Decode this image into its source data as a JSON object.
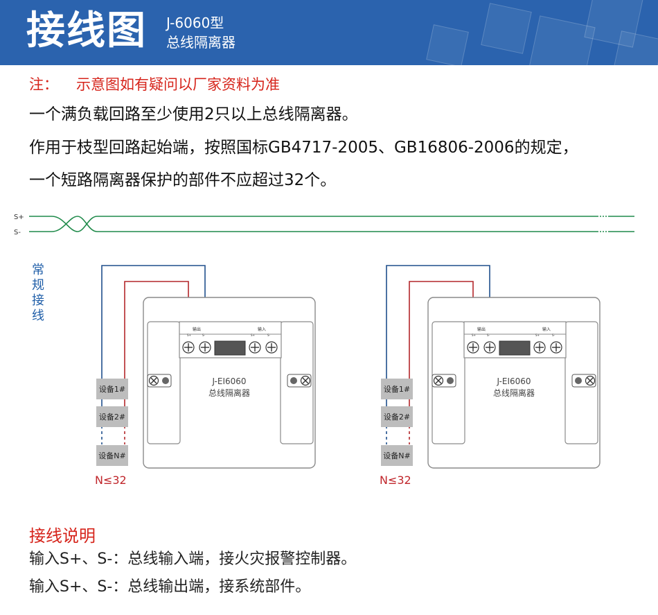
{
  "header": {
    "title": "接线图",
    "model": "J-6060型",
    "product_name": "总线隔离器",
    "bg_color": "#2b63ae"
  },
  "note": {
    "label": "注：",
    "text": "示意图如有疑问以厂家资料为准"
  },
  "description": {
    "line1": "一个满负载回路至少使用2只以上总线隔离器。",
    "line2": "作用于枝型回路起始端，按照国标GB4717-2005、GB16806-2006的规定，",
    "line3": "一个短路隔离器保护的部件不应超过32个。"
  },
  "diagram": {
    "bus_plus": "S+",
    "bus_minus": "S-",
    "side_label": "常规接线",
    "modules": [
      {
        "model": "J-EI6060",
        "name": "总线隔离器",
        "output_label": "输出",
        "input_label": "输入",
        "out_plus": "S+",
        "out_minus": "S-",
        "in_plus": "S+",
        "in_minus": "S-",
        "devices": [
          "设备1#",
          "设备2#",
          "设备N#"
        ],
        "count_label": "N≤32"
      },
      {
        "model": "J-EI6060",
        "name": "总线隔离器",
        "output_label": "输出",
        "input_label": "输入",
        "out_plus": "S+",
        "out_minus": "S-",
        "in_plus": "S+",
        "in_minus": "S-",
        "devices": [
          "设备1#",
          "设备2#",
          "设备N#"
        ],
        "count_label": "N≤32"
      }
    ],
    "colors": {
      "bus": "#1f8a4a",
      "wire_blue": "#1f4f8c",
      "wire_red": "#b3262a",
      "label_blue": "#1f5ea8",
      "count_red": "#c0262b",
      "device_bg": "#bdbdbd"
    }
  },
  "wiring_desc": {
    "title": "接线说明",
    "line1": "输入S+、S-：总线输入端，接火灾报警控制器。",
    "line2": "输入S+、S-：总线输出端，接系统部件。"
  }
}
